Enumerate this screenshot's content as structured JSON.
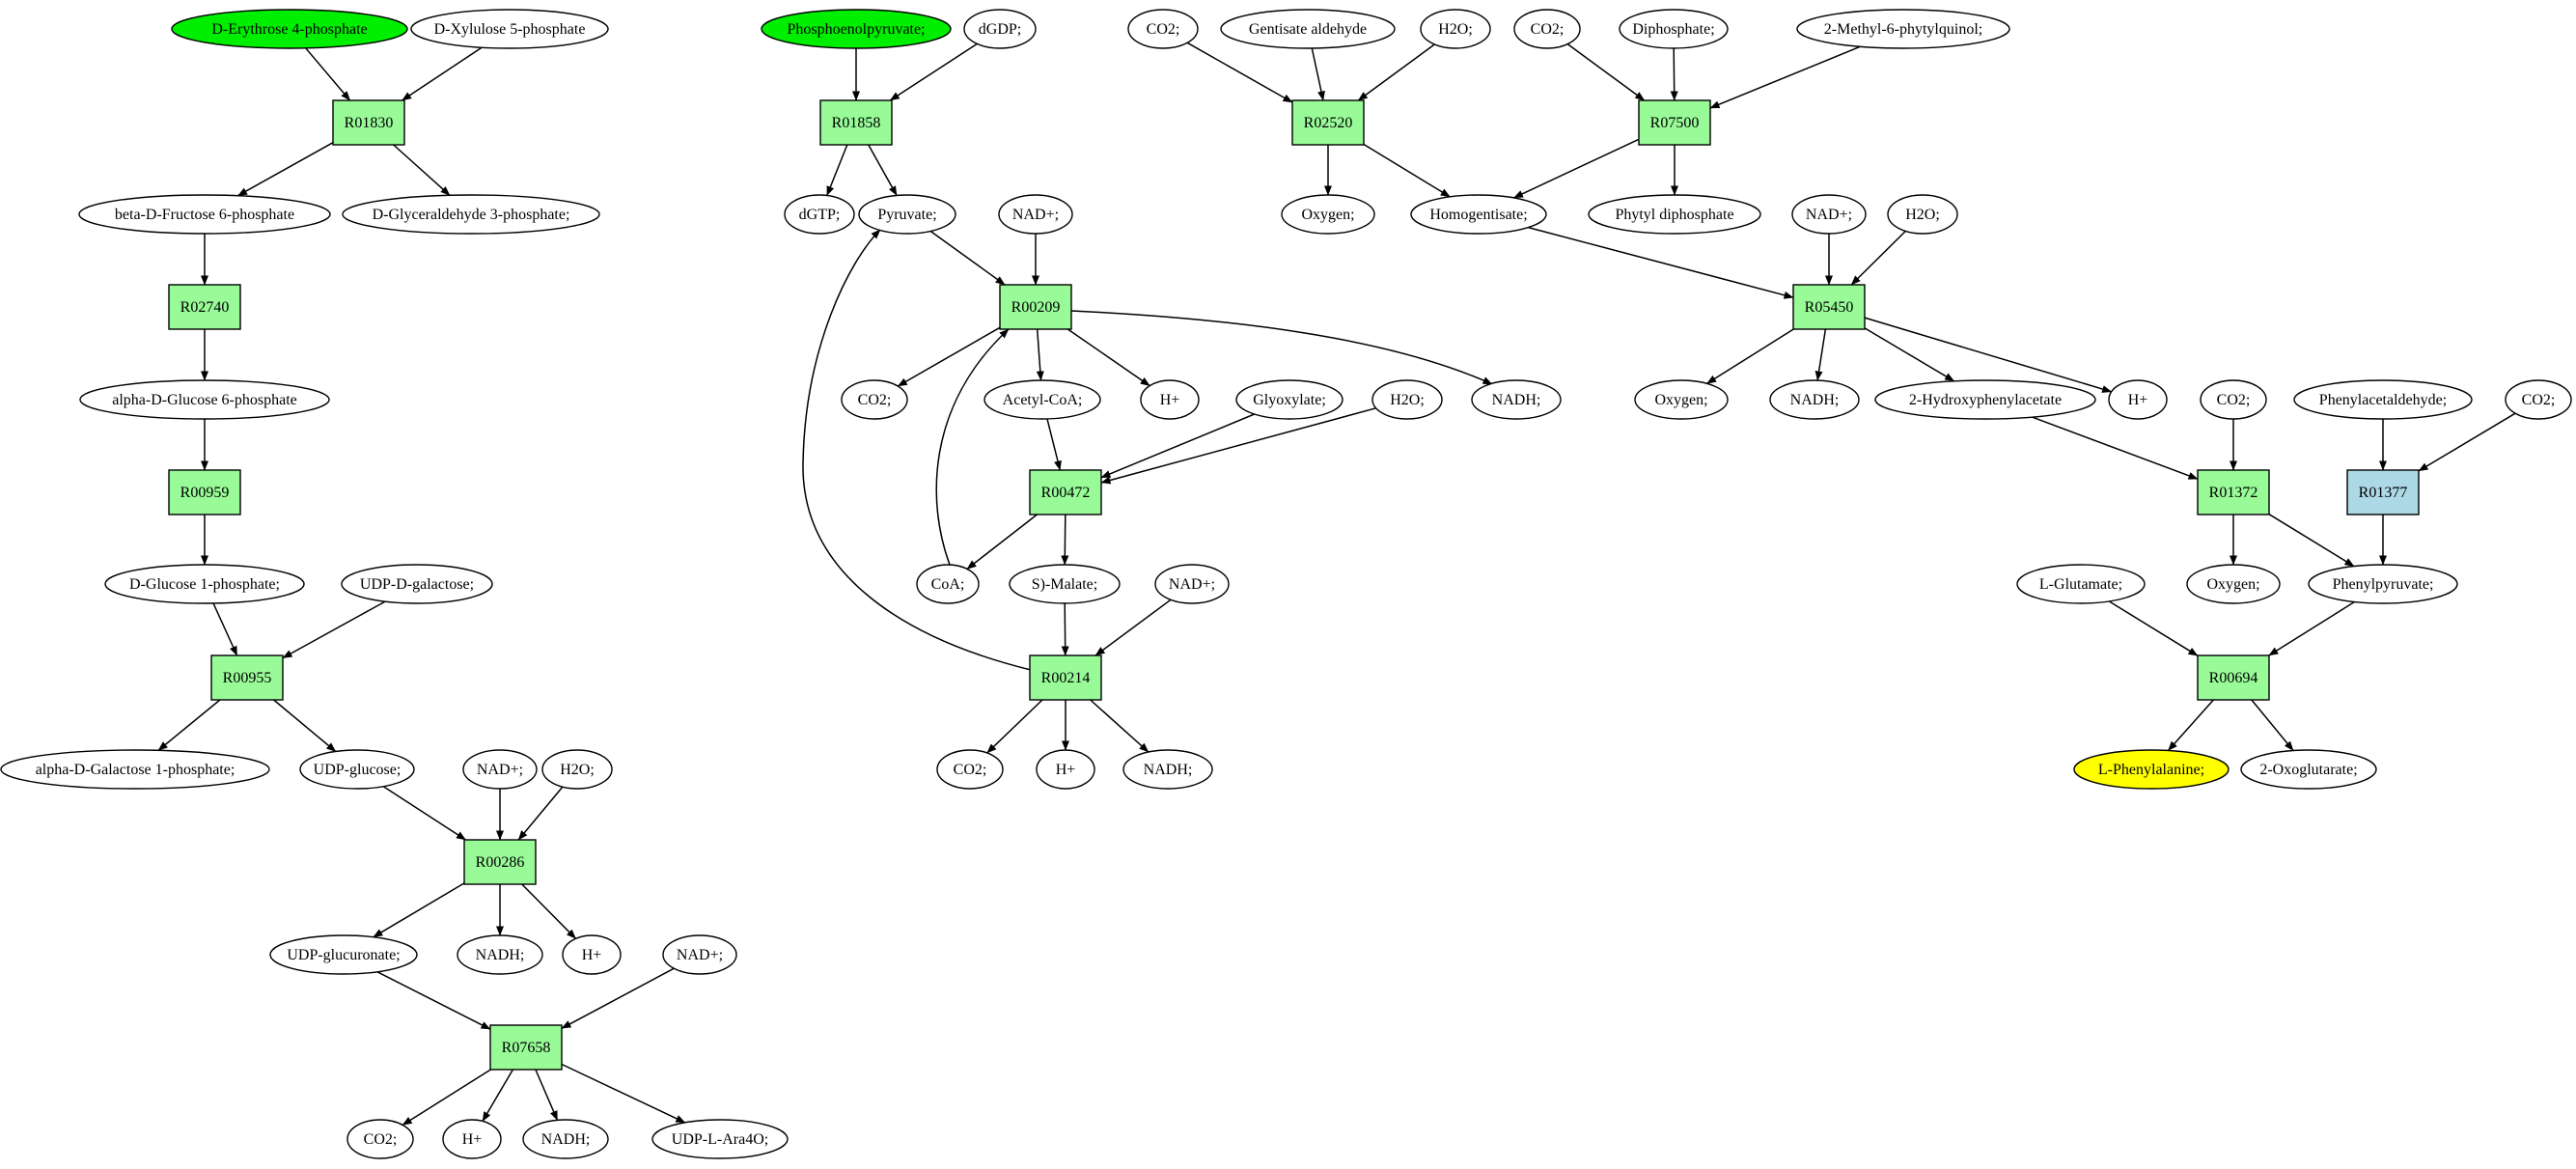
{
  "colors": {
    "start": "#00ee00",
    "target": "#ffff00",
    "reaction": "#98fb98",
    "reaction_alt": "#add8e6",
    "compound": "#ffffff"
  },
  "nodes": [
    {
      "id": "e4p",
      "kind": "compound",
      "label": "D-Erythrose 4-phosphate",
      "style": "start"
    },
    {
      "id": "xu5p",
      "kind": "compound",
      "label": "D-Xylulose 5-phosphate"
    },
    {
      "id": "R01830",
      "kind": "reaction",
      "label": "R01830"
    },
    {
      "id": "f6p",
      "kind": "compound",
      "label": "beta-D-Fructose 6-phosphate"
    },
    {
      "id": "g3p",
      "kind": "compound",
      "label": "D-Glyceraldehyde 3-phosphate;"
    },
    {
      "id": "R02740",
      "kind": "reaction",
      "label": "R02740"
    },
    {
      "id": "g6p",
      "kind": "compound",
      "label": "alpha-D-Glucose 6-phosphate"
    },
    {
      "id": "R00959",
      "kind": "reaction",
      "label": "R00959"
    },
    {
      "id": "g1p",
      "kind": "compound",
      "label": "D-Glucose 1-phosphate;"
    },
    {
      "id": "udpgal",
      "kind": "compound",
      "label": "UDP-D-galactose;"
    },
    {
      "id": "R00955",
      "kind": "reaction",
      "label": "R00955"
    },
    {
      "id": "gal1p",
      "kind": "compound",
      "label": "alpha-D-Galactose 1-phosphate;"
    },
    {
      "id": "udpglc",
      "kind": "compound",
      "label": "UDP-glucose;"
    },
    {
      "id": "nad_a",
      "kind": "compound",
      "label": "NAD+;"
    },
    {
      "id": "h2o_a",
      "kind": "compound",
      "label": "H2O;"
    },
    {
      "id": "R00286",
      "kind": "reaction",
      "label": "R00286"
    },
    {
      "id": "udpglcua",
      "kind": "compound",
      "label": "UDP-glucuronate;"
    },
    {
      "id": "nadh_a",
      "kind": "compound",
      "label": "NADH;"
    },
    {
      "id": "h_a",
      "kind": "compound",
      "label": "H+"
    },
    {
      "id": "nad_b",
      "kind": "compound",
      "label": "NAD+;"
    },
    {
      "id": "R07658",
      "kind": "reaction",
      "label": "R07658"
    },
    {
      "id": "co2_a",
      "kind": "compound",
      "label": "CO2;"
    },
    {
      "id": "h_b",
      "kind": "compound",
      "label": "H+"
    },
    {
      "id": "nadh_b",
      "kind": "compound",
      "label": "NADH;"
    },
    {
      "id": "udplara",
      "kind": "compound",
      "label": "UDP-L-Ara4O;"
    },
    {
      "id": "pep",
      "kind": "compound",
      "label": "Phosphoenolpyruvate;",
      "style": "start"
    },
    {
      "id": "dgdp",
      "kind": "compound",
      "label": "dGDP;"
    },
    {
      "id": "R01858",
      "kind": "reaction",
      "label": "R01858"
    },
    {
      "id": "dgtp",
      "kind": "compound",
      "label": "dGTP;"
    },
    {
      "id": "pyr",
      "kind": "compound",
      "label": "Pyruvate;"
    },
    {
      "id": "nad_c",
      "kind": "compound",
      "label": "NAD+;"
    },
    {
      "id": "R00209",
      "kind": "reaction",
      "label": "R00209"
    },
    {
      "id": "co2_b",
      "kind": "compound",
      "label": "CO2;"
    },
    {
      "id": "acoa",
      "kind": "compound",
      "label": "Acetyl-CoA;"
    },
    {
      "id": "h_c",
      "kind": "compound",
      "label": "H+"
    },
    {
      "id": "nadh_c",
      "kind": "compound",
      "label": "NADH;"
    },
    {
      "id": "glyox",
      "kind": "compound",
      "label": "Glyoxylate;"
    },
    {
      "id": "h2o_b",
      "kind": "compound",
      "label": "H2O;"
    },
    {
      "id": "R00472",
      "kind": "reaction",
      "label": "R00472"
    },
    {
      "id": "coa",
      "kind": "compound",
      "label": "CoA;"
    },
    {
      "id": "smal",
      "kind": "compound",
      "label": "S)-Malate;"
    },
    {
      "id": "nad_d",
      "kind": "compound",
      "label": "NAD+;"
    },
    {
      "id": "R00214",
      "kind": "reaction",
      "label": "R00214"
    },
    {
      "id": "co2_c",
      "kind": "compound",
      "label": "CO2;"
    },
    {
      "id": "h_d",
      "kind": "compound",
      "label": "H+"
    },
    {
      "id": "nadh_d",
      "kind": "compound",
      "label": "NADH;"
    },
    {
      "id": "co2_d",
      "kind": "compound",
      "label": "CO2;"
    },
    {
      "id": "gentald",
      "kind": "compound",
      "label": "Gentisate aldehyde"
    },
    {
      "id": "h2o_c",
      "kind": "compound",
      "label": "H2O;"
    },
    {
      "id": "R02520",
      "kind": "reaction",
      "label": "R02520"
    },
    {
      "id": "oxy_a",
      "kind": "compound",
      "label": "Oxygen;"
    },
    {
      "id": "hga",
      "kind": "compound",
      "label": "Homogentisate;"
    },
    {
      "id": "co2_e",
      "kind": "compound",
      "label": "CO2;"
    },
    {
      "id": "dip",
      "kind": "compound",
      "label": "Diphosphate;"
    },
    {
      "id": "mpq",
      "kind": "compound",
      "label": "2-Methyl-6-phytylquinol;"
    },
    {
      "id": "R07500",
      "kind": "reaction",
      "label": "R07500"
    },
    {
      "id": "phytdp",
      "kind": "compound",
      "label": "Phytyl diphosphate"
    },
    {
      "id": "nad_e",
      "kind": "compound",
      "label": "NAD+;"
    },
    {
      "id": "h2o_d",
      "kind": "compound",
      "label": "H2O;"
    },
    {
      "id": "R05450",
      "kind": "reaction",
      "label": "R05450"
    },
    {
      "id": "oxy_b",
      "kind": "compound",
      "label": "Oxygen;"
    },
    {
      "id": "nadh_e",
      "kind": "compound",
      "label": "NADH;"
    },
    {
      "id": "hpa",
      "kind": "compound",
      "label": "2-Hydroxyphenylacetate"
    },
    {
      "id": "h_e",
      "kind": "compound",
      "label": "H+"
    },
    {
      "id": "co2_f",
      "kind": "compound",
      "label": "CO2;"
    },
    {
      "id": "phald",
      "kind": "compound",
      "label": "Phenylacetaldehyde;"
    },
    {
      "id": "co2_g",
      "kind": "compound",
      "label": "CO2;"
    },
    {
      "id": "R01372",
      "kind": "reaction",
      "label": "R01372"
    },
    {
      "id": "R01377",
      "kind": "reaction",
      "label": "R01377",
      "style": "alt"
    },
    {
      "id": "lglu",
      "kind": "compound",
      "label": "L-Glutamate;"
    },
    {
      "id": "oxy_c",
      "kind": "compound",
      "label": "Oxygen;"
    },
    {
      "id": "phpyr",
      "kind": "compound",
      "label": "Phenylpyruvate;"
    },
    {
      "id": "R00694",
      "kind": "reaction",
      "label": "R00694"
    },
    {
      "id": "lphe",
      "kind": "compound",
      "label": "L-Phenylalanine;",
      "style": "target"
    },
    {
      "id": "oxoglu",
      "kind": "compound",
      "label": "2-Oxoglutarate;"
    }
  ],
  "edges": [
    [
      "e4p",
      "R01830"
    ],
    [
      "xu5p",
      "R01830"
    ],
    [
      "R01830",
      "f6p"
    ],
    [
      "R01830",
      "g3p"
    ],
    [
      "f6p",
      "R02740"
    ],
    [
      "R02740",
      "g6p"
    ],
    [
      "g6p",
      "R00959"
    ],
    [
      "R00959",
      "g1p"
    ],
    [
      "g1p",
      "R00955"
    ],
    [
      "udpgal",
      "R00955"
    ],
    [
      "R00955",
      "gal1p"
    ],
    [
      "R00955",
      "udpglc"
    ],
    [
      "udpglc",
      "R00286"
    ],
    [
      "nad_a",
      "R00286"
    ],
    [
      "h2o_a",
      "R00286"
    ],
    [
      "R00286",
      "udpglcua"
    ],
    [
      "R00286",
      "nadh_a"
    ],
    [
      "R00286",
      "h_a"
    ],
    [
      "udpglcua",
      "R07658"
    ],
    [
      "nad_b",
      "R07658"
    ],
    [
      "R07658",
      "co2_a"
    ],
    [
      "R07658",
      "h_b"
    ],
    [
      "R07658",
      "nadh_b"
    ],
    [
      "R07658",
      "udplara"
    ],
    [
      "pep",
      "R01858"
    ],
    [
      "dgdp",
      "R01858"
    ],
    [
      "R01858",
      "dgtp"
    ],
    [
      "R01858",
      "pyr"
    ],
    [
      "pyr",
      "R00209"
    ],
    [
      "nad_c",
      "R00209"
    ],
    [
      "R00209",
      "co2_b"
    ],
    [
      "R00209",
      "acoa"
    ],
    [
      "R00209",
      "h_c"
    ],
    [
      "R00209",
      "nadh_c"
    ],
    [
      "acoa",
      "R00472"
    ],
    [
      "glyox",
      "R00472"
    ],
    [
      "h2o_b",
      "R00472"
    ],
    [
      "R00472",
      "coa"
    ],
    [
      "R00472",
      "smal"
    ],
    [
      "coa",
      "R00209"
    ],
    [
      "smal",
      "R00214"
    ],
    [
      "nad_d",
      "R00214"
    ],
    [
      "R00214",
      "co2_c"
    ],
    [
      "R00214",
      "h_d"
    ],
    [
      "R00214",
      "nadh_d"
    ],
    [
      "R00214",
      "pyr"
    ],
    [
      "co2_d",
      "R02520"
    ],
    [
      "gentald",
      "R02520"
    ],
    [
      "h2o_c",
      "R02520"
    ],
    [
      "R02520",
      "oxy_a"
    ],
    [
      "R02520",
      "hga"
    ],
    [
      "co2_e",
      "R07500"
    ],
    [
      "dip",
      "R07500"
    ],
    [
      "mpq",
      "R07500"
    ],
    [
      "R07500",
      "hga"
    ],
    [
      "R07500",
      "phytdp"
    ],
    [
      "hga",
      "R05450"
    ],
    [
      "nad_e",
      "R05450"
    ],
    [
      "h2o_d",
      "R05450"
    ],
    [
      "R05450",
      "oxy_b"
    ],
    [
      "R05450",
      "nadh_e"
    ],
    [
      "R05450",
      "hpa"
    ],
    [
      "R05450",
      "h_e"
    ],
    [
      "hpa",
      "R01372"
    ],
    [
      "co2_f",
      "R01372"
    ],
    [
      "phald",
      "R01377"
    ],
    [
      "co2_g",
      "R01377"
    ],
    [
      "R01372",
      "oxy_c"
    ],
    [
      "R01372",
      "phpyr"
    ],
    [
      "R01377",
      "phpyr"
    ],
    [
      "lglu",
      "R00694"
    ],
    [
      "phpyr",
      "R00694"
    ],
    [
      "R00694",
      "lphe"
    ],
    [
      "R00694",
      "oxoglu"
    ]
  ]
}
